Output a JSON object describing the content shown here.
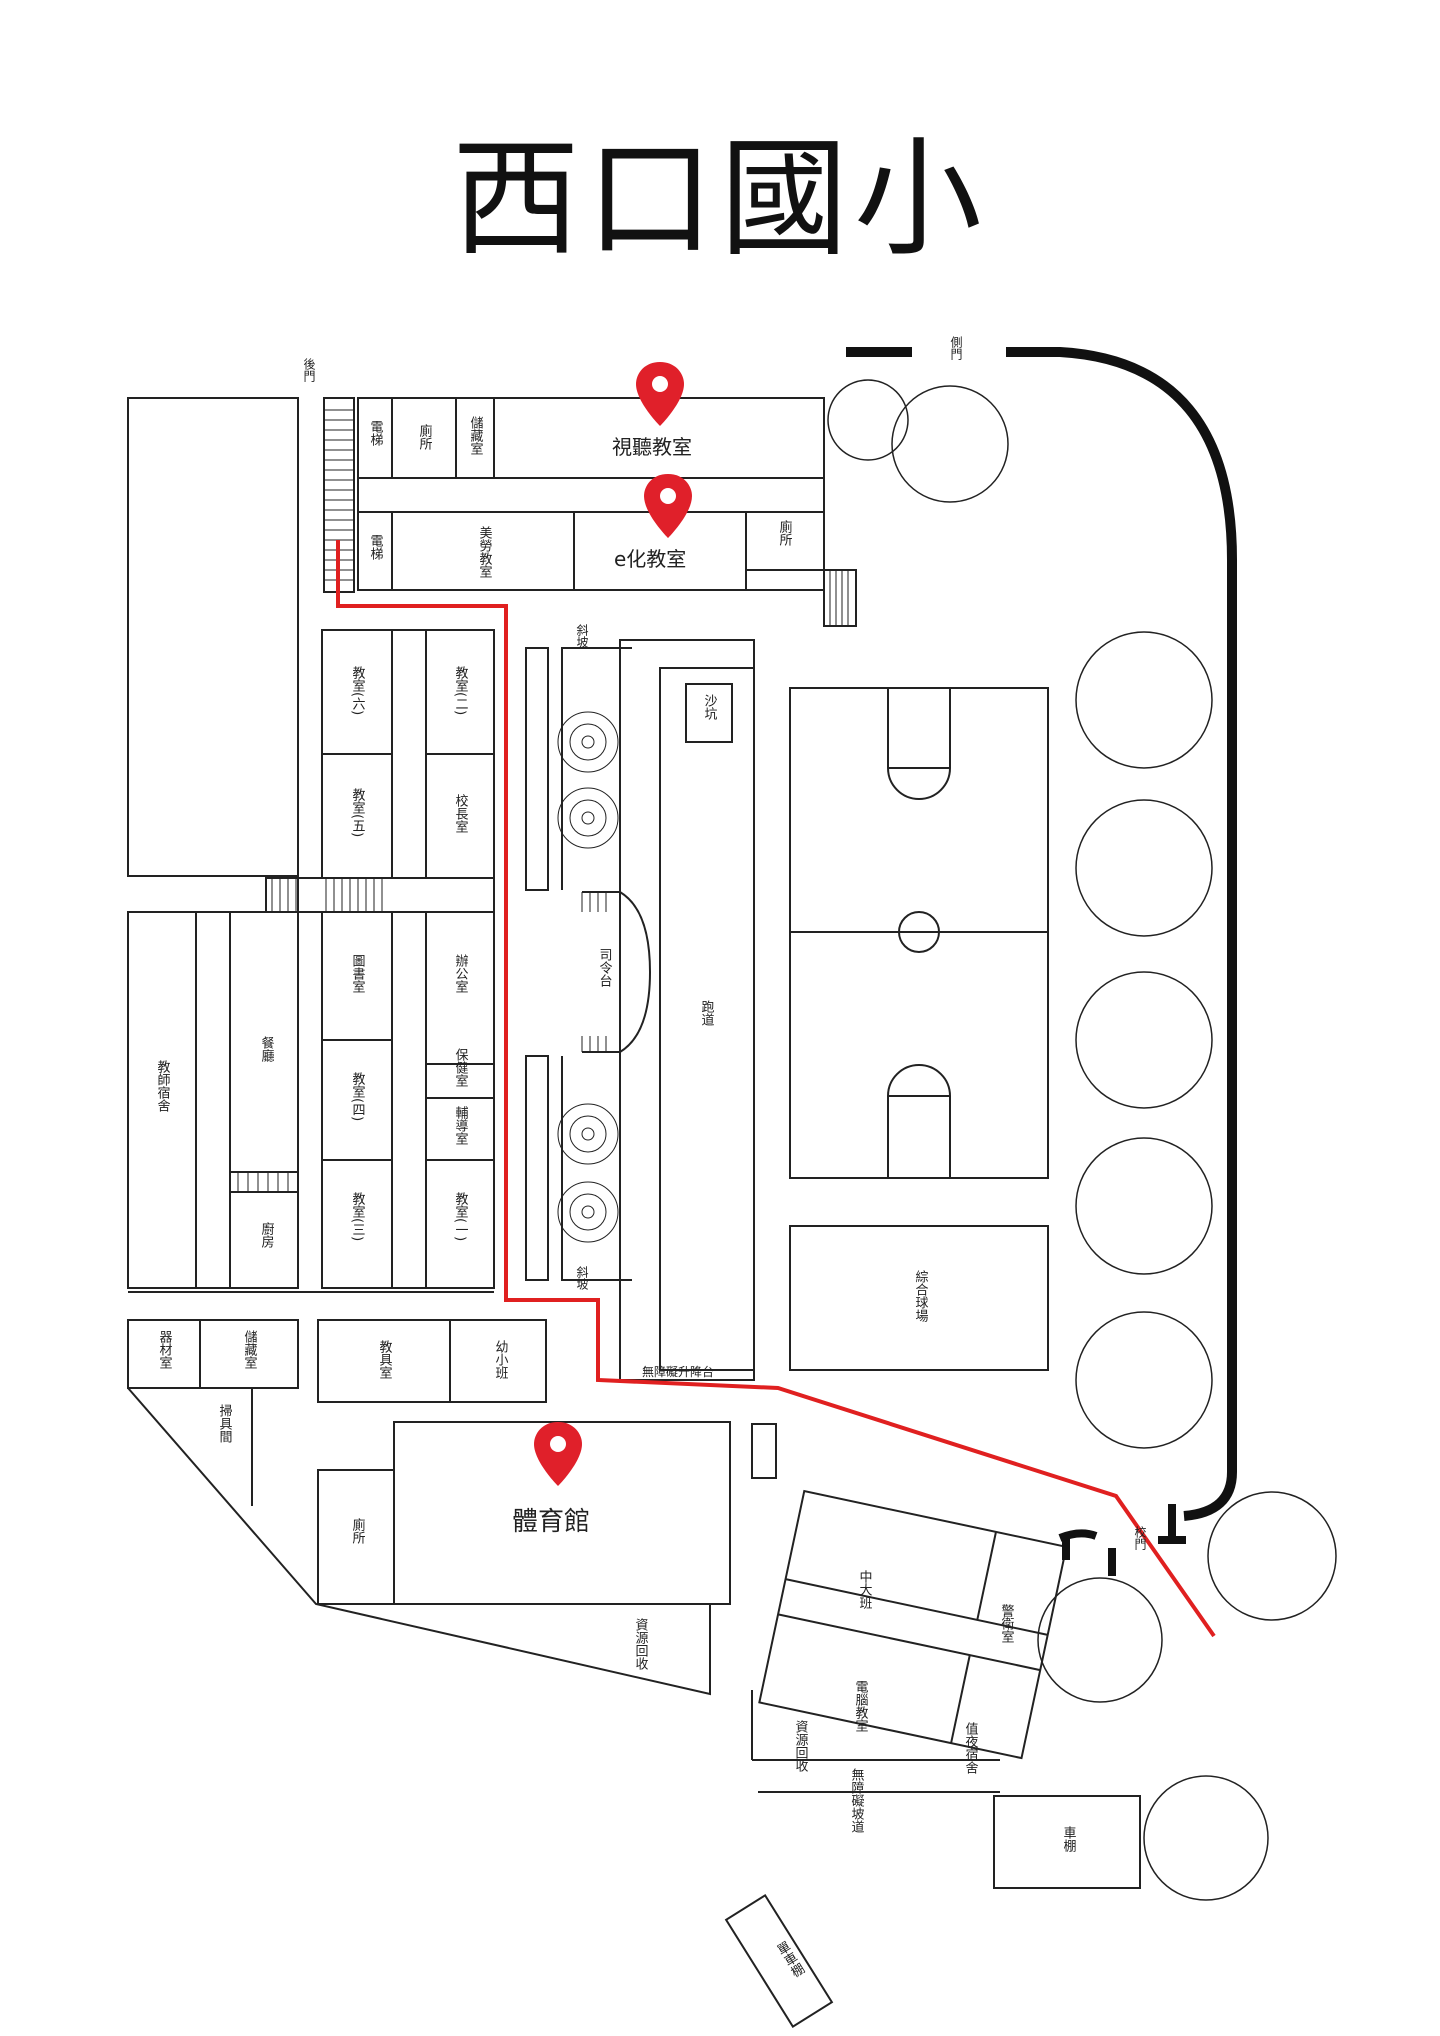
{
  "title": "西口國小",
  "rooms": {
    "elevator_top": "電梯",
    "toilet_top": "廁所",
    "storage_top": "儲藏室",
    "av_room": "視聽教室",
    "elevator_2": "電梯",
    "art_room": "美勞教室",
    "e_room": "e化教室",
    "toilet_2": "廁所",
    "slope_top": "斜坡",
    "sandpit": "沙坑",
    "class6": "教室(六)",
    "class2": "教室(二)",
    "class5": "教室(五)",
    "principal": "校長室",
    "library": "圖書室",
    "office": "辦公室",
    "class4": "教室(四)",
    "health": "保健室",
    "counsel": "輔導室",
    "class3": "教室(三)",
    "class1": "教室(一)",
    "podium": "司令台",
    "track": "跑道",
    "slope_bottom": "斜坡",
    "teacher_dorm": "教師宿舍",
    "dining": "餐廳",
    "kitchen": "廚房",
    "equipment": "器材室",
    "storage_2": "儲藏室",
    "staff_room": "教具室",
    "kindergarten": "幼小班",
    "tool_room": "掃具間",
    "barrier_free_lift": "無障礙升降台",
    "gym": "體育館",
    "toilet_3": "廁所",
    "recycle_1": "資源回收",
    "multi_field": "綜合球場",
    "middle_class": "中大班",
    "guard_room": "警衛室",
    "computer_room": "電腦教室",
    "duty_dorm": "值夜宿舍",
    "recycle_2": "資源回收",
    "barrier_free_ramp": "無障礙坡道",
    "car_shed": "車棚",
    "bike_shed": "單車棚",
    "back_gate": "後門",
    "side_gate": "側門",
    "main_gate": "校門"
  },
  "markers": [
    "location-pin-icon",
    "location-pin-icon",
    "location-pin-icon"
  ],
  "colors": {
    "route": "#e02020",
    "marker": "#e0202a",
    "line": "#222222",
    "wall": "#111111"
  }
}
